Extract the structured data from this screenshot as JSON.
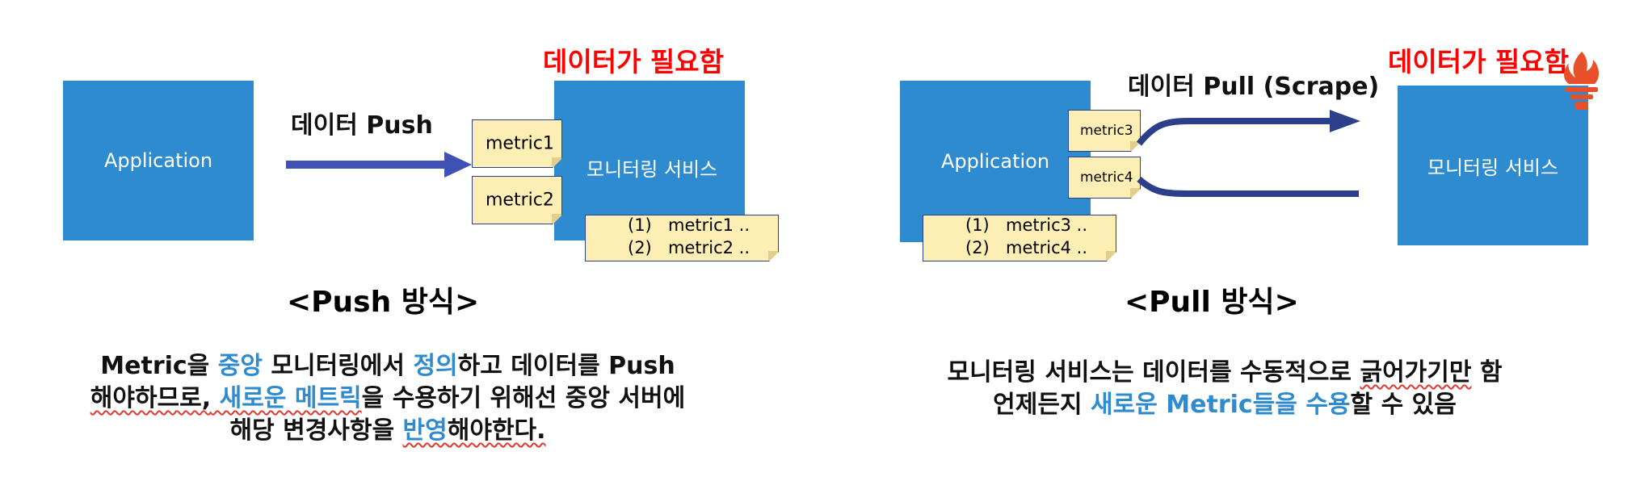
{
  "push": {
    "app_label": "Application",
    "monitor_label": "모니터링 서비스",
    "required_label": "데이터가 필요함",
    "arrow_label": "데이터 Push",
    "metric_notes": [
      "metric1",
      "metric2"
    ],
    "list_items": [
      {
        "num": "(1)",
        "text": "metric1 .."
      },
      {
        "num": "(2)",
        "text": "metric2 .."
      }
    ],
    "caption": "<Push 방식>",
    "desc": {
      "l1_a": "Metric을 ",
      "l1_b": "중앙",
      "l1_c": " 모니터링에서 ",
      "l1_d": "정의",
      "l1_e": "하고 데이터를 Push",
      "l2_a": "해야하므로,",
      "l2_b": " 새로운 메트릭",
      "l2_c": "을 수용하기 위해선 중앙 서버에",
      "l3_a": "해당 변경사항을 ",
      "l3_b": "반영",
      "l3_c": "해야한다."
    }
  },
  "pull": {
    "app_label": "Application",
    "monitor_label": "모니터링 서비스",
    "required_label": "데이터가 필요함",
    "arrow_label": "데이터 Pull (Scrape)",
    "metric_notes": [
      "metric3",
      "metric4"
    ],
    "list_items": [
      {
        "num": "(1)",
        "text": "metric3 .."
      },
      {
        "num": "(2)",
        "text": "metric4 .."
      }
    ],
    "caption": "<Pull 방식>",
    "desc": {
      "l1_a": "모니터링 서비스는 데이터를 수동적으로 ",
      "l1_b": "긁어가기만",
      "l1_c": " 함",
      "l2_a": "언제든지 ",
      "l2_b": "새로운 Metric들을 수용",
      "l2_c": "할 수 있음"
    }
  },
  "colors": {
    "box": "#2e8bd0",
    "arrow_push": "#3f51b5",
    "arrow_pull": "#2c3f8a",
    "note_fill": "#fdeeb3",
    "red": "#ff0000",
    "flame": "#e8502a"
  },
  "icons": {
    "prometheus": "flame-torch-icon"
  }
}
